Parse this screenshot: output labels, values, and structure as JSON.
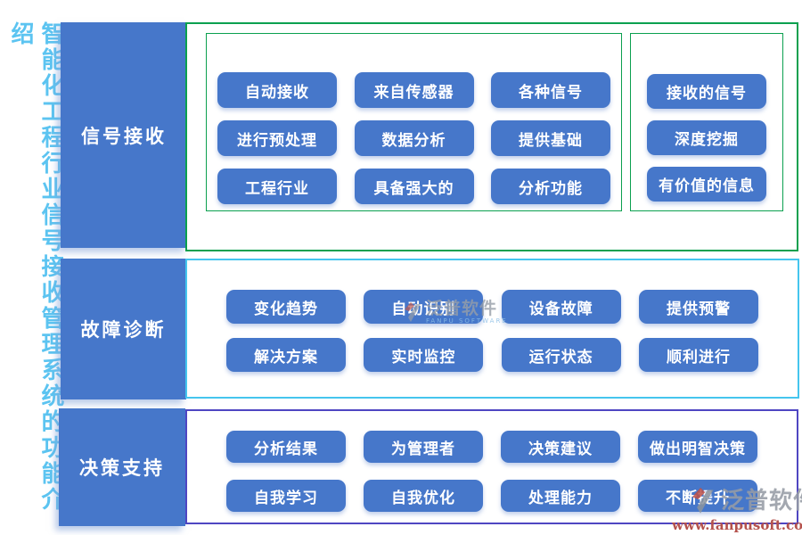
{
  "page_title": "智能化工程行业信号接收管理系统的功能介绍",
  "colors": {
    "button_blue": "#4677ca",
    "section1_border_green": "#0ba04f",
    "section2_border_cyan": "#45c5ee",
    "section3_border_purple": "#4f46c2",
    "title_blue": "#5cc4f1",
    "watermark_gray": "#969ea8",
    "watermark_url_red": "#b5524c"
  },
  "sections": [
    {
      "label": "信号接收",
      "grid_buttons": [
        "自动接收",
        "来自传感器",
        "各种信号",
        "进行预处理",
        "数据分析",
        "提供基础",
        "工程行业",
        "具备强大的",
        "分析功能"
      ],
      "side_buttons": [
        "接收的信号",
        "深度挖掘",
        "有价值的信息"
      ]
    },
    {
      "label": "故障诊断",
      "rows": [
        [
          "变化趋势",
          "自动识别",
          "设备故障",
          "提供预警"
        ],
        [
          "解决方案",
          "实时监控",
          "运行状态",
          "顺利进行"
        ]
      ]
    },
    {
      "label": "决策支持",
      "rows": [
        [
          "分析结果",
          "为管理者",
          "决策建议",
          "做出明智决策"
        ],
        [
          "自我学习",
          "自我优化",
          "处理能力",
          "不断提升"
        ]
      ]
    }
  ],
  "watermarks": {
    "center": {
      "brand": "泛普软件",
      "caption": "FANPU SOFTWARE"
    },
    "corner": {
      "brand": "泛普软件",
      "url": "www.fanpusoft.com"
    }
  }
}
